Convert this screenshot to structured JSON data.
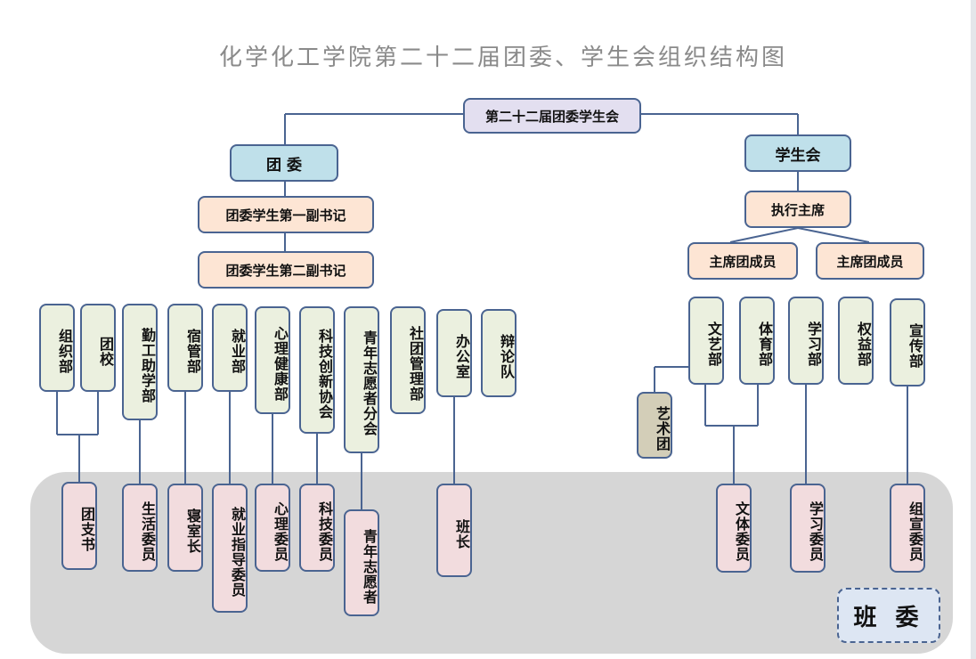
{
  "title": "化学化工学院第二十二届团委、学生会组织结构图",
  "top_node": "第二十二届团委学生会",
  "tuanwei": {
    "label": "团 委",
    "first_secretary": "团委学生第一副书记",
    "second_secretary": "团委学生第二副书记",
    "departments": [
      "组织部",
      "团校",
      "勤工助学部",
      "宿管部",
      "就业部",
      "心理健康部",
      "科技创新协会",
      "青年志愿者分会",
      "社团管理部",
      "办公室",
      "辩论队"
    ]
  },
  "xueshenghui": {
    "label": "学生会",
    "chair": "执行主席",
    "members": [
      "主席团成员",
      "主席团成员"
    ],
    "departments": [
      "文艺部",
      "体育部",
      "学习部",
      "权益部",
      "宣传部"
    ],
    "art_troupe": "艺术团"
  },
  "class_committee": {
    "label": "班 委",
    "roles": [
      "团支书",
      "生活委员",
      "寝室长",
      "就业指导委员",
      "心理委员",
      "科技委员",
      "青年志愿者",
      "班长",
      "文体委员",
      "学习委员",
      "组宣委员"
    ]
  }
}
